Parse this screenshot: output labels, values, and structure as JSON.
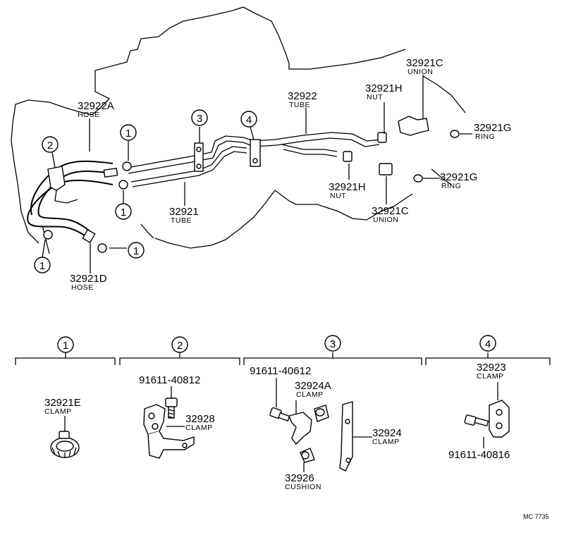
{
  "parts": [
    {
      "id": "p_32922A",
      "number": "32922A",
      "name": "HOSE"
    },
    {
      "id": "p_32922",
      "number": "32922",
      "name": "TUBE"
    },
    {
      "id": "p_32921C_top",
      "number": "32921C",
      "name": "UNION"
    },
    {
      "id": "p_32921H_top",
      "number": "32921H",
      "name": "NUT"
    },
    {
      "id": "p_32921G_top",
      "number": "32921G",
      "name": "RING"
    },
    {
      "id": "p_32921G_mid",
      "number": "32921G",
      "name": "RING"
    },
    {
      "id": "p_32921H_mid",
      "number": "32921H",
      "name": "NUT"
    },
    {
      "id": "p_32921C_mid",
      "number": "32921C",
      "name": "UNION"
    },
    {
      "id": "p_32921",
      "number": "32921",
      "name": "TUBE"
    },
    {
      "id": "p_32921D",
      "number": "32921D",
      "name": "HOSE"
    },
    {
      "id": "p_32921E",
      "number": "32921E",
      "name": "CLAMP"
    },
    {
      "id": "p_91611_40812",
      "number": "91611-40812",
      "name": ""
    },
    {
      "id": "p_32928",
      "number": "32928",
      "name": "CLAMP"
    },
    {
      "id": "p_91611_40612",
      "number": "91611-40612",
      "name": ""
    },
    {
      "id": "p_32924A",
      "number": "32924A",
      "name": "CLAMP"
    },
    {
      "id": "p_32924",
      "number": "32924",
      "name": "CLAMP"
    },
    {
      "id": "p_32926",
      "number": "32926",
      "name": "CUSHION"
    },
    {
      "id": "p_32923",
      "number": "32923",
      "name": "CLAMP"
    },
    {
      "id": "p_91611_40816",
      "number": "91611-40816",
      "name": ""
    }
  ],
  "callouts": [
    "1",
    "2",
    "3",
    "4"
  ],
  "sections": [
    {
      "callout": "1"
    },
    {
      "callout": "2"
    },
    {
      "callout": "3"
    },
    {
      "callout": "4"
    }
  ],
  "reference": "MC 7735"
}
